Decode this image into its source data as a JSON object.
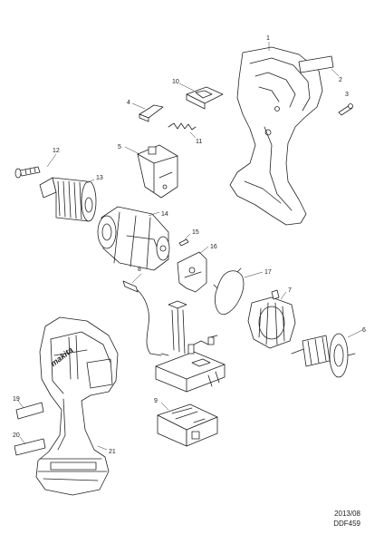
{
  "labels": {
    "p1": "1",
    "p2": "2",
    "p3": "3",
    "p4": "4",
    "p5": "5",
    "p6": "6",
    "p7": "7",
    "p8": "8",
    "p9": "9",
    "p10": "10",
    "p11": "11",
    "p12": "12",
    "p13": "13",
    "p14": "14",
    "p15": "15",
    "p16": "16",
    "p17": "17",
    "p19": "19",
    "p20": "20",
    "p21": "21"
  },
  "brand": "makita",
  "footer": {
    "date": "2013/08",
    "model": "DDF459"
  }
}
